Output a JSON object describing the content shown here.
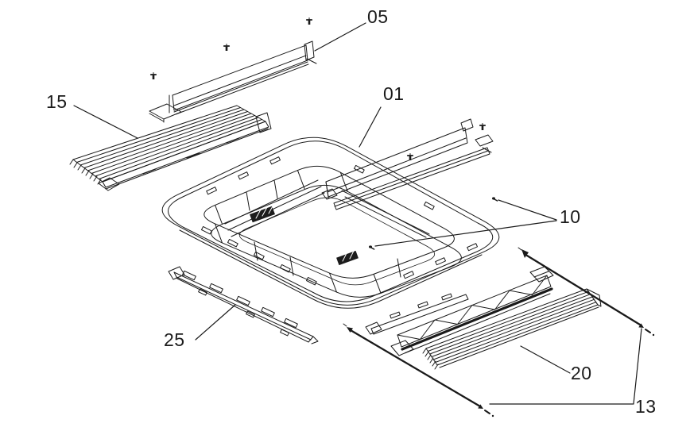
{
  "figure": {
    "kind": "exploded-parts-diagram",
    "background": "#ffffff",
    "line_color": "#1a1a1a",
    "label_color": "#1b1b1b"
  },
  "labels": {
    "p05": "05",
    "p15": "15",
    "p01": "01",
    "p10": "10",
    "p25": "25",
    "p20": "20",
    "p13": "13"
  }
}
